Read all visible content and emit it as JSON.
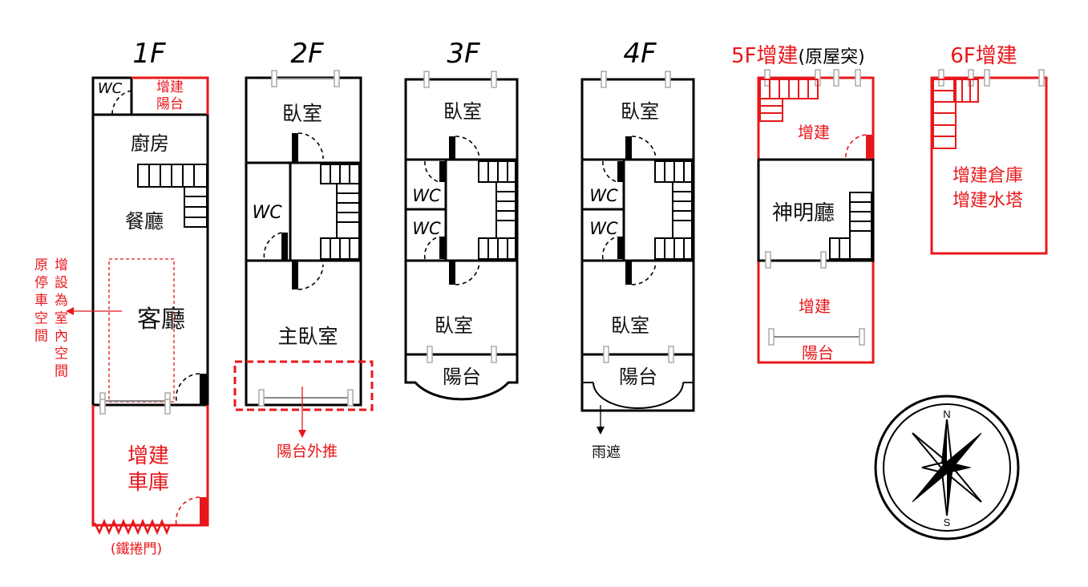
{
  "floors": {
    "f1": {
      "title": "1F",
      "wc": "WC",
      "added_balcony_1": "增建",
      "added_balcony_2": "陽台",
      "kitchen": "廚房",
      "dining": "餐廳",
      "living": "客廳",
      "note_col1": "增設為室內空間",
      "note_col2": "原停車空間",
      "garage_1": "增建",
      "garage_2": "車庫",
      "rolling_door": "(鐵捲門)"
    },
    "f2": {
      "title": "2F",
      "bedroom": "臥室",
      "wc": "WC",
      "master_bedroom": "主臥室",
      "balcony_push": "陽台外推"
    },
    "f3": {
      "title": "3F",
      "bedroom_top": "臥室",
      "wc1": "WC",
      "wc2": "WC",
      "bedroom_bottom": "臥室",
      "balcony": "陽台"
    },
    "f4": {
      "title": "4F",
      "bedroom_top": "臥室",
      "wc1": "WC",
      "wc2": "WC",
      "bedroom_bottom": "臥室",
      "balcony": "陽台",
      "canopy": "雨遮"
    },
    "f5": {
      "title": "5F增建",
      "title_note": "(原屋突)",
      "added_top": "增建",
      "shrine_hall": "神明廳",
      "added_bottom": "增建",
      "balcony": "陽台"
    },
    "f6": {
      "title": "6F增建",
      "line1": "增建倉庫",
      "line2": "增建水塔"
    }
  },
  "compass": {
    "north": "N",
    "south": "S"
  },
  "colors": {
    "wall": "#000000",
    "addition": "#e8171b",
    "window": "#888888"
  }
}
